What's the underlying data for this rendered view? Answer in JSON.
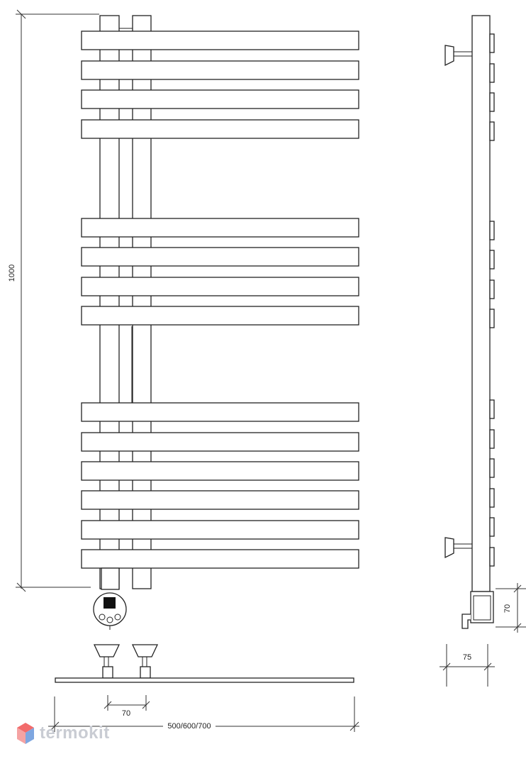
{
  "dimensions": {
    "height": "1000",
    "spacing": "70",
    "width": "500/600/700",
    "side_depth": "75",
    "side_height": "70"
  },
  "logo": {
    "text": "termokit",
    "colors": [
      "#f26b6b",
      "#7ea6e0",
      "#c9ccd3"
    ]
  }
}
